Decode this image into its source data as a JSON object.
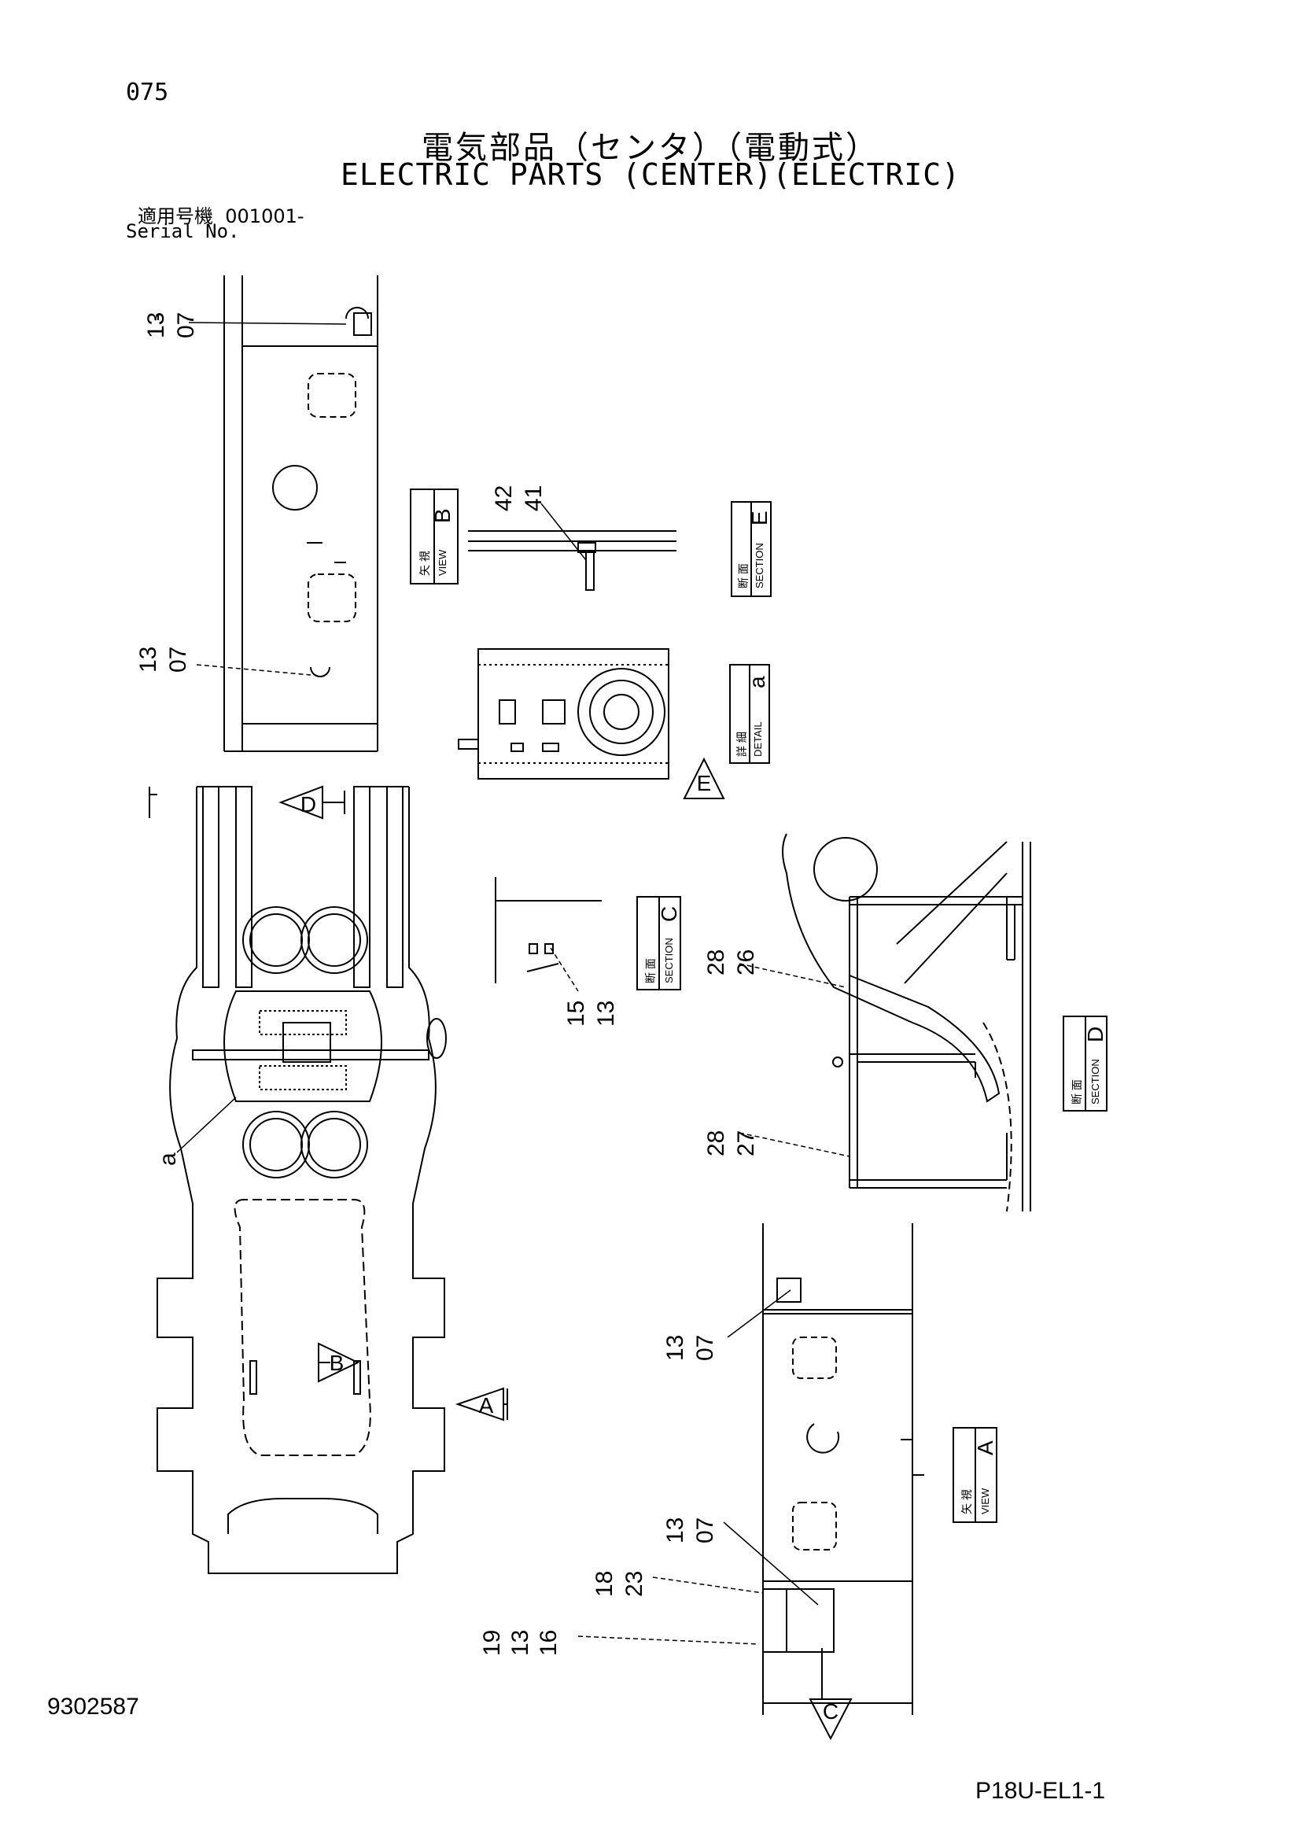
{
  "header": {
    "page_number": "075",
    "title_jp": "電気部品（センタ）（電動式）",
    "title_en": "ELECTRIC PARTS (CENTER)(ELECTRIC)",
    "serial_label_jp": "適用号機",
    "serial_value": "001001-",
    "serial_label_en": "Serial No."
  },
  "footer": {
    "document_number": "9302587",
    "page_code": "P18U-EL1-1"
  },
  "view_boxes": {
    "view_b": {
      "jp": "矢 視",
      "en": "VIEW",
      "letter": "B"
    },
    "section_e": {
      "jp": "断 面",
      "en": "SECTION",
      "letter": "E"
    },
    "detail_a": {
      "jp": "詳 細",
      "en": "DETAIL",
      "letter": "a"
    },
    "section_c": {
      "jp": "断 面",
      "en": "SECTION",
      "letter": "C"
    },
    "section_d": {
      "jp": "断 面",
      "en": "SECTION",
      "letter": "D"
    },
    "view_a": {
      "jp": "矢 視",
      "en": "VIEW",
      "letter": "A"
    }
  },
  "callouts": {
    "c1": [
      "13",
      "07"
    ],
    "c2": [
      "13",
      "07"
    ],
    "c3": [
      "42",
      "41"
    ],
    "c4": [
      "15",
      "13"
    ],
    "c5": [
      "28",
      "26"
    ],
    "c6": [
      "28",
      "27"
    ],
    "c7": [
      "13",
      "07"
    ],
    "c8": [
      "13",
      "07"
    ],
    "c9": [
      "18",
      "23"
    ],
    "c10": [
      "19",
      "13",
      "16"
    ],
    "detail_ref": "a"
  },
  "arrows": {
    "d": "D",
    "b": "B",
    "a": "A",
    "e": "E",
    "c": "C"
  }
}
